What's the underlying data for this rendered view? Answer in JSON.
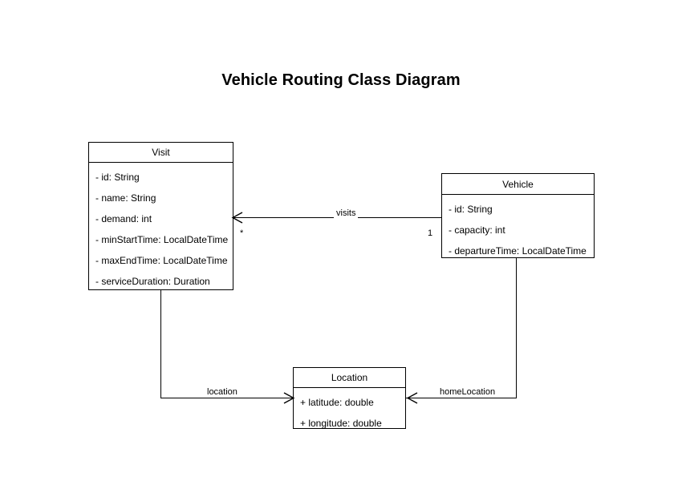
{
  "title": "Vehicle Routing Class Diagram",
  "classes": {
    "visit": {
      "name": "Visit",
      "attributes": [
        "- id: String",
        "- name: String",
        "- demand: int",
        "- minStartTime: LocalDateTime",
        "- maxEndTime: LocalDateTime",
        "- serviceDuration: Duration"
      ]
    },
    "vehicle": {
      "name": "Vehicle",
      "attributes": [
        "- id: String",
        "- capacity: int",
        "- departureTime: LocalDateTime"
      ]
    },
    "location": {
      "name": "Location",
      "attributes": [
        "+ latitude: double",
        "+ longitude: double"
      ]
    }
  },
  "associations": {
    "visits": {
      "label": "visits",
      "source_multiplicity": "*",
      "target_multiplicity": "1"
    },
    "location": {
      "label": "location"
    },
    "home_location": {
      "label": "homeLocation"
    }
  },
  "colors": {
    "background": "#ffffff",
    "stroke": "#000000",
    "text": "#000000"
  }
}
